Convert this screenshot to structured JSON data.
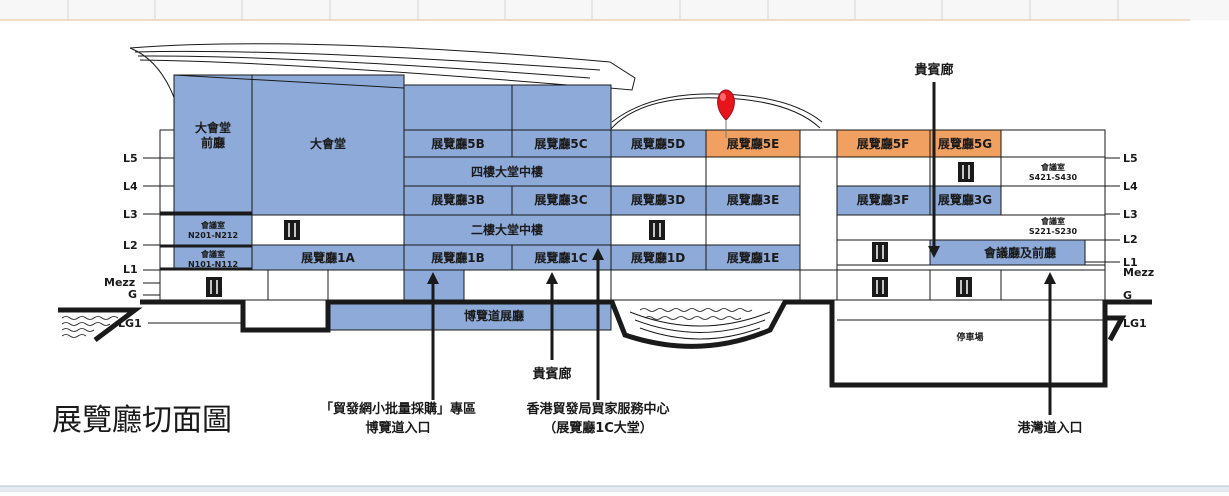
{
  "title": "展覽廳切面圖",
  "levels": {
    "L5": "L5",
    "L4": "L4",
    "L3": "L3",
    "L2": "L2",
    "L1": "L1",
    "Mezz": "Mezz",
    "G": "G",
    "LG1": "LG1"
  },
  "halls": {
    "grand_foyer_line1": "大會堂",
    "grand_foyer_line2": "前廳",
    "grand_hall": "大會堂",
    "h5b": "展覽廳5B",
    "h5c": "展覽廳5C",
    "h5d": "展覽廳5D",
    "h5e": "展覽廳5E",
    "h5f": "展覽廳5F",
    "h5g": "展覽廳5G",
    "concourse_l4": "四樓大堂中樓",
    "h3b": "展覽廳3B",
    "h3c": "展覽廳3C",
    "h3d": "展覽廳3D",
    "h3e": "展覽廳3E",
    "h3f": "展覽廳3F",
    "h3g": "展覽廳3G",
    "concourse_l2": "二樓大堂中樓",
    "h1a": "展覽廳1A",
    "h1b": "展覽廳1B",
    "h1c": "展覽廳1C",
    "h1d": "展覽廳1D",
    "h1e": "展覽廳1E",
    "expo_drive": "博覽道展廳",
    "conference_foyer": "會議廳及前廳",
    "carpark": "停車場"
  },
  "meeting_rooms": {
    "label": "會議室",
    "n201": "N201-N212",
    "n101": "N101-N112",
    "s421": "S421-S430",
    "s221": "S221-S230"
  },
  "callouts": {
    "vip_top": "貴賓廊",
    "vip_bottom": "貴賓廊",
    "trade_line1": "「貿發網小批量採購」專區",
    "trade_line2": "博覽道入口",
    "service_line1": "香港貿發局買家服務中心",
    "service_line2": "（展覽廳1C大堂）",
    "harbour": "港灣道入口"
  },
  "colors": {
    "hall_blue": "#8eaad8",
    "hall_orange": "#f0a060",
    "pin_red": "#e8141c"
  },
  "icons": {
    "restaurant": "fork-knife-icon",
    "location_pin": "map-pin-icon"
  }
}
